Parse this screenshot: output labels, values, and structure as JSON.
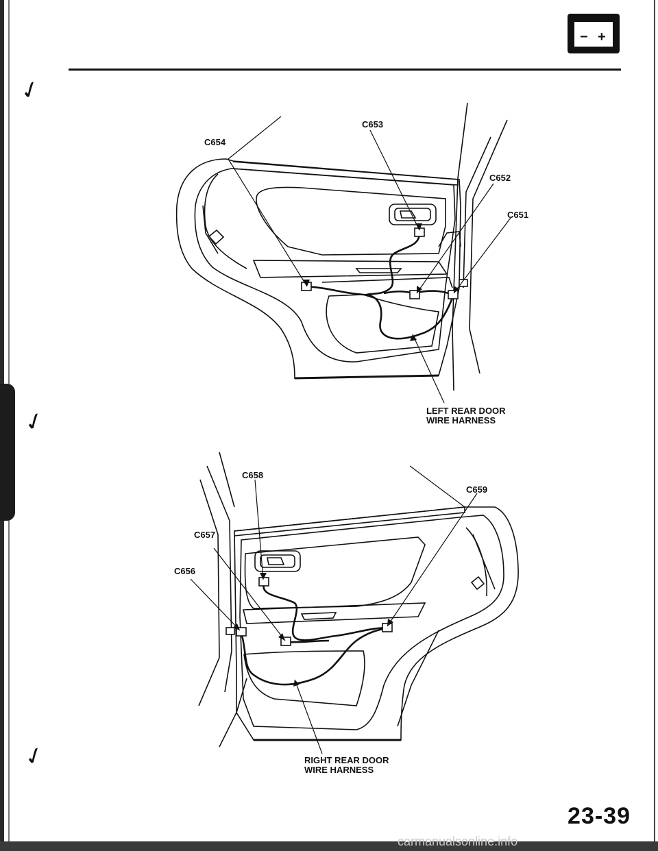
{
  "header": {
    "battery_icon": "battery-icon",
    "battery_minus": "−",
    "battery_plus": "+"
  },
  "left_door": {
    "connectors": [
      "C653",
      "C654",
      "C652",
      "C651"
    ],
    "harness_line1": "LEFT REAR DOOR",
    "harness_line2": "WIRE HARNESS"
  },
  "right_door": {
    "connectors": [
      "C658",
      "C659",
      "C657",
      "C656"
    ],
    "harness_line1": "RIGHT REAR DOOR",
    "harness_line2": "WIRE HARNESS"
  },
  "footer": {
    "page_number": "23-39",
    "watermark": "carmanualsonline.info"
  }
}
